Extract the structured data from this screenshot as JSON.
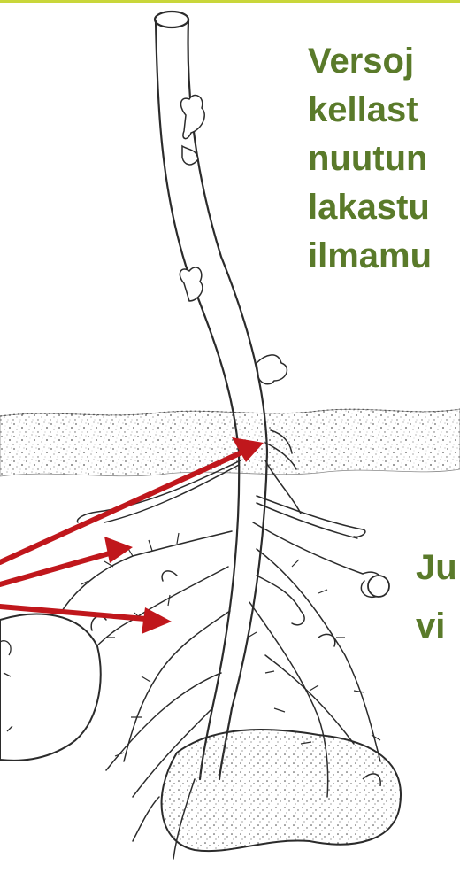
{
  "stem_text_lines": [
    "Versoj",
    "kellast",
    "nuutun",
    "lakastu",
    "ilmamu"
  ],
  "root_text_lines": [
    "Ju",
    "vi"
  ],
  "colors": {
    "text": "#5a7a2a",
    "arrows": "#c0171c",
    "ink": "#2b2b2b",
    "top_rule": "#c9d63a"
  }
}
